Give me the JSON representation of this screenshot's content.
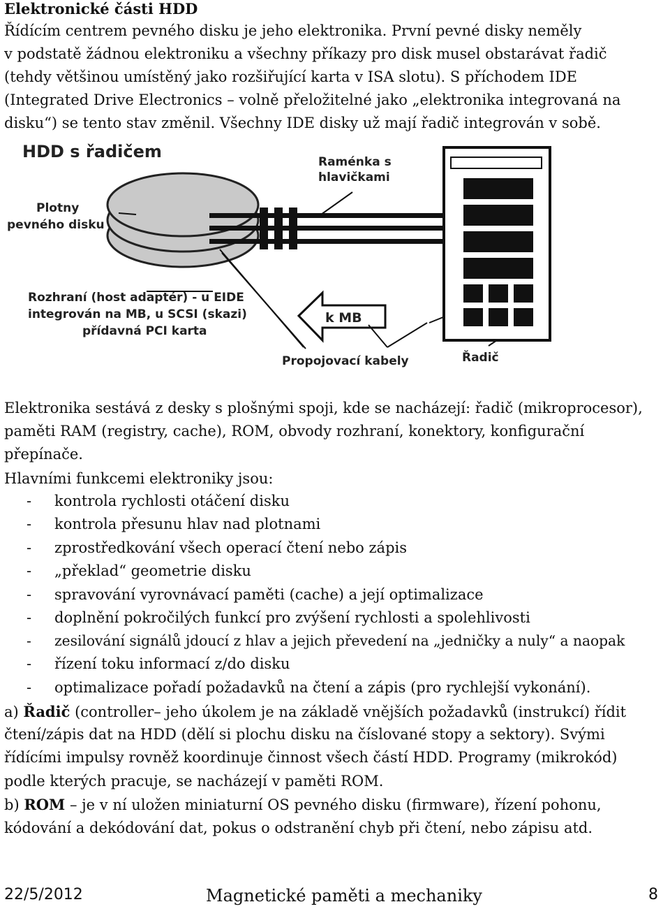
{
  "heading": "Elektronické části HDD",
  "intro_lines": [
    "Řídícím centrem pevného disku je jeho elektronika. První pevné disky neměly",
    "v podstatě žádnou elektroniku a všechny příkazy pro disk musel obstarávat řadič",
    "(tehdy většinou umístěný jako rozšiřující karta v ISA slotu). S příchodem IDE",
    "(Integrated Drive Electronics – volně přeložitelné jako „elektronika integrovaná na",
    "disku“) se tento stav změnil. Všechny IDE disky už mají řadič integrován v sobě."
  ],
  "diagram": {
    "title": "HDD s řadičem",
    "label_arms_1": "Raménka s",
    "label_arms_2": "hlavičkami",
    "label_platters_1": "Plotny",
    "label_platters_2": "pevného disku",
    "label_interface_1": "Rozhraní (host adaptér) - u EIDE",
    "label_interface_2": "integrován na MB, u SCSI (skazi)",
    "label_interface_3": "přídavná PCI karta",
    "label_kmb": "k MB",
    "label_cables": "Propojovací kabely",
    "label_controller": "Řadič"
  },
  "para2_lines": [
    "Elektronika sestává z desky s plošnými spoji, kde se nacházejí: řadič (mikroprocesor),",
    "paměti RAM (registry, cache), ROM, obvody rozhraní, konektory, konfigurační",
    "přepínače."
  ],
  "functions_intro": "Hlavními funkcemi elektroniky jsou:",
  "bullet_dash": "-",
  "functions": [
    "kontrola rychlosti otáčení disku",
    "kontrola přesunu hlav nad plotnami",
    "zprostředkování všech operací čtení nebo zápis",
    "„překlad“ geometrie disku",
    "spravování vyrovnávací paměti (cache) a její optimalizace",
    "doplnění pokročilých funkcí pro zvýšení rychlosti a spolehlivosti",
    "zesilování signálů jdoucí z hlav a jejich převedení na „jedničky a nuly“ a naopak",
    "řízení toku informací z/do disku",
    "optimalizace pořadí požadavků na čtení a zápis (pro rychlejší vykonání)."
  ],
  "item_a": {
    "prefix": "a) ",
    "term": "Řadič",
    "lines": [
      " (controller– jeho úkolem je na základě vnějších požadavků (instrukcí) řídit",
      "čtení/zápis dat na HDD (dělí si plochu disku na číslované stopy a sektory). Svými",
      "řídícími impulsy rovněž koordinuje činnost všech částí HDD. Programy (mikrokód)",
      "podle kterých pracuje, se nacházejí v paměti ROM."
    ]
  },
  "item_b": {
    "prefix": "b) ",
    "term": "ROM",
    "lines": [
      " – je v ní uložen miniaturní OS pevného disku (firmware), řízení pohonu,",
      "kódování a dekódování dat, pokus o odstranění chyb při čtení, nebo zápisu atd."
    ]
  },
  "footer": {
    "date": "22/5/2012",
    "title": "Magnetické paměti a mechaniky",
    "page": "8"
  }
}
